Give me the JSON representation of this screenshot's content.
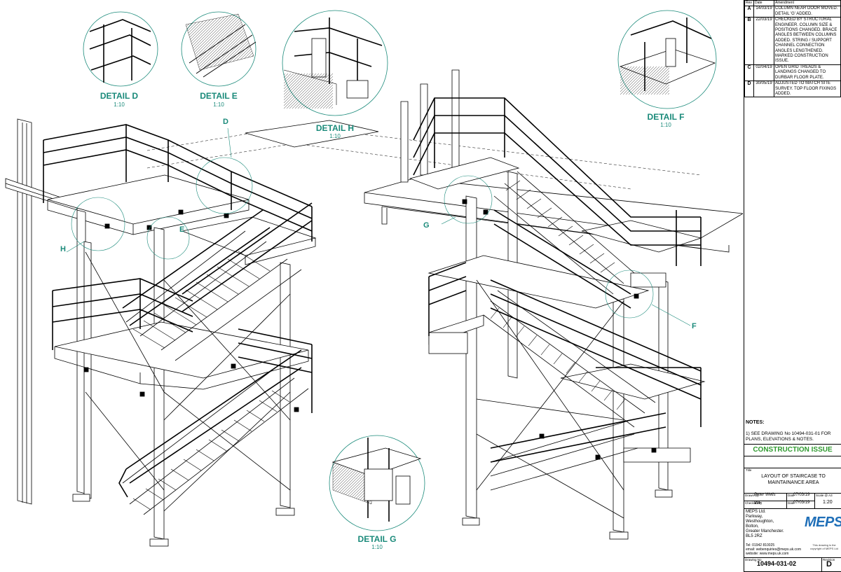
{
  "details": [
    {
      "id": "detail-d",
      "label": "DETAIL D",
      "scale": "1:10"
    },
    {
      "id": "detail-e",
      "label": "DETAIL E",
      "scale": "1:10"
    },
    {
      "id": "detail-h",
      "label": "DETAIL H",
      "scale": "1:10"
    },
    {
      "id": "detail-f",
      "label": "DETAIL F",
      "scale": "1:10"
    },
    {
      "id": "detail-g",
      "label": "DETAIL G",
      "scale": "1:10"
    }
  ],
  "callouts": {
    "d": "D",
    "e": "E",
    "h": "H",
    "g": "G",
    "f": "F"
  },
  "revisions": {
    "headers": {
      "rev": "Rev",
      "date": "Date",
      "amendment": "Amendment"
    },
    "rows": [
      {
        "rev": "A",
        "date": "14/03/19",
        "desc": "COLUMN NEAR DOOR MOVED. DETAIL 'G' ADDED."
      },
      {
        "rev": "B",
        "date": "22/03/19",
        "desc": "CHECKED BY STRUCTURAL ENGINEER. COLUMN SIZE & POSITIONS CHANGED. BRACE ANGLES BETWEEN COLUMNS ADDED. STRING / SUPPORT CHANNEL CONNECTION ANGLES LENGTHENED. MARKED CONSTRUCTION ISSUE."
      },
      {
        "rev": "C",
        "date": "02/04/19",
        "desc": "OPEN GRID TREADS & LANDINGS CHANGED TO DURBAR FLOOR PLATE."
      },
      {
        "rev": "D",
        "date": "30/05/19",
        "desc": "ADJUSTED TO MATCH SITE SURVEY. TOP FLOOR FIXINGS ADDED."
      }
    ]
  },
  "notes": {
    "title": "NOTES:",
    "items": [
      "1) SEE DRAWING No 10494-031-01 FOR PLANS, ELEVATIONS & NOTES."
    ]
  },
  "status": "CONSTRUCTION ISSUE",
  "title_block": {
    "title_label": "Title",
    "title": "LAYOUT OF STAIRCASE TO MAINTAINANCE AREA",
    "drawn_label": "Drawn By",
    "drawn": "Peter Wells",
    "checked_label": "Checked By",
    "checked": "WF",
    "date_label": "Date",
    "date1": "07/03/19",
    "date2": "07/03/19",
    "scale_label": "Scale @ A3",
    "scale": "1:20",
    "company": "MEPS Ltd.",
    "address": [
      "Parkway,",
      "Westhoughton,",
      "Bolton,",
      "Greater Manchester.",
      "BL5 2RZ"
    ],
    "tel": "Tel: 01942 810025",
    "email": "email: webenquiries@meps.uk.com",
    "website": "website: www.meps.uk.com",
    "logo": "MEPS",
    "copyright": "This drawing is the copyright of MEPS Ltd",
    "drawing_no_label": "Drawing No",
    "drawing_no": "10494-031-02",
    "revision_label": "Revision",
    "revision": "D"
  }
}
